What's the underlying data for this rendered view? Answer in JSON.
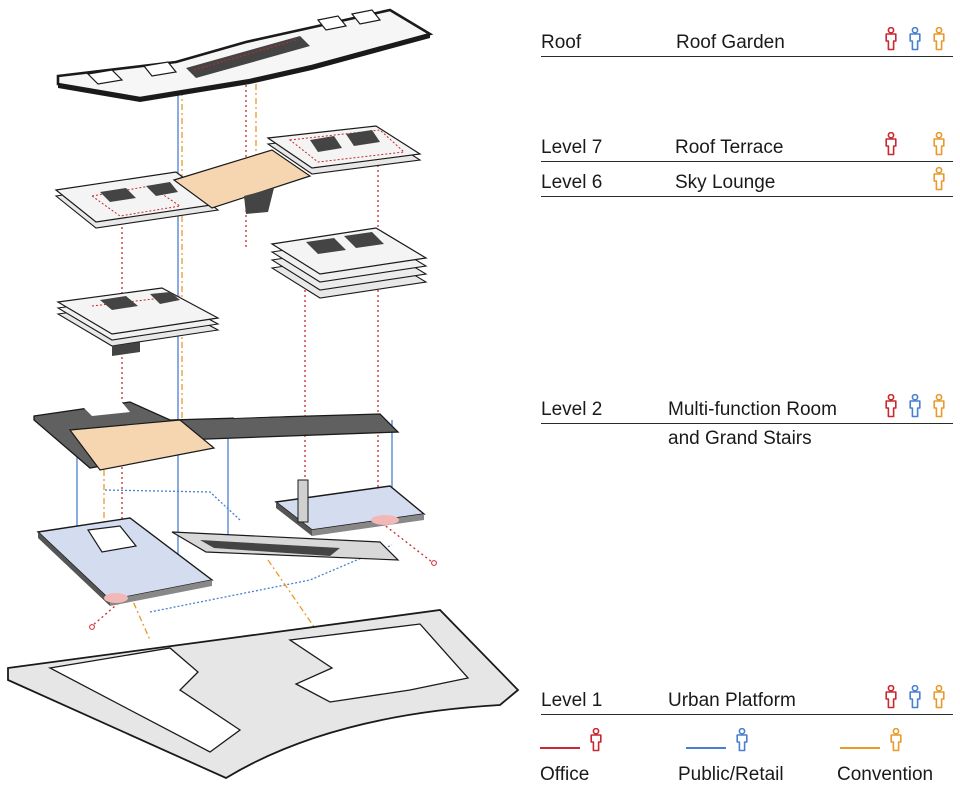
{
  "colors": {
    "office": "#c8282e",
    "public": "#4a7fd0",
    "convention": "#e89a2a",
    "slab_fill": "#f4f4f4",
    "slab_dark": "#555555",
    "ground_fill": "#e6e6e6",
    "highlight_orange": "#f5d6b0",
    "highlight_blue": "#d4ddf0"
  },
  "icons": {
    "person": "person-figure-icon"
  },
  "levels": [
    {
      "level": "Roof",
      "name": "Roof Garden",
      "users": [
        "office",
        "public",
        "convention"
      ]
    },
    {
      "level": "Level 7",
      "name": "Roof Terrace",
      "users": [
        "office",
        "convention"
      ]
    },
    {
      "level": "Level 6",
      "name": "Sky Lounge",
      "users": [
        "convention"
      ]
    },
    {
      "level": "Level 2",
      "name": "Multi-function Room",
      "name_line2": "and Grand Stairs",
      "users": [
        "office",
        "public",
        "convention"
      ]
    },
    {
      "level": "Level 1",
      "name": "Urban Platform",
      "users": [
        "office",
        "public",
        "convention"
      ]
    }
  ],
  "legend": [
    {
      "key": "office",
      "label": "Office"
    },
    {
      "key": "public",
      "label": "Public/Retail"
    },
    {
      "key": "convention",
      "label": "Convention"
    }
  ]
}
